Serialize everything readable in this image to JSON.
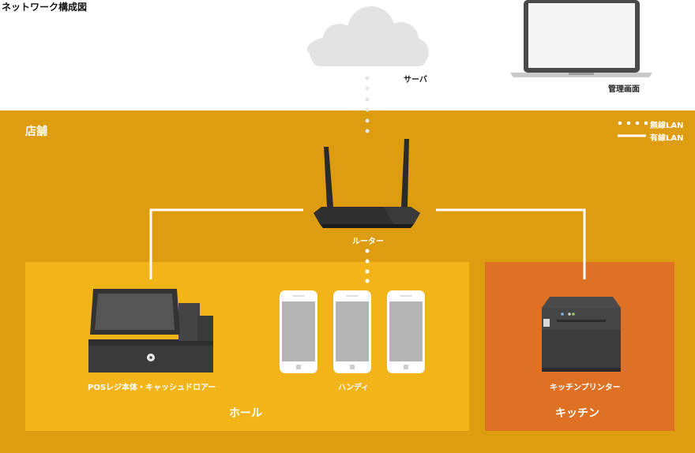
{
  "title": "ネットワーク構成図",
  "store_label": "店舗",
  "legend": {
    "wireless": "無線LAN",
    "wired": "有線LAN"
  },
  "devices": {
    "server": "サーバ",
    "admin": "管理画面",
    "router": "ルーター",
    "pos": "POSレジ本体・キャッシュドロアー",
    "handy": "ハンディ",
    "printer": "キッチンプリンター"
  },
  "zones": {
    "hall": "ホール",
    "kitchen": "キッチン"
  },
  "colors": {
    "store": "#DE9C10",
    "hall": "#F3B41A",
    "kitchen": "#DE7123",
    "device_dark": "#3b3b3b",
    "cloud": "#e3e3e3"
  }
}
